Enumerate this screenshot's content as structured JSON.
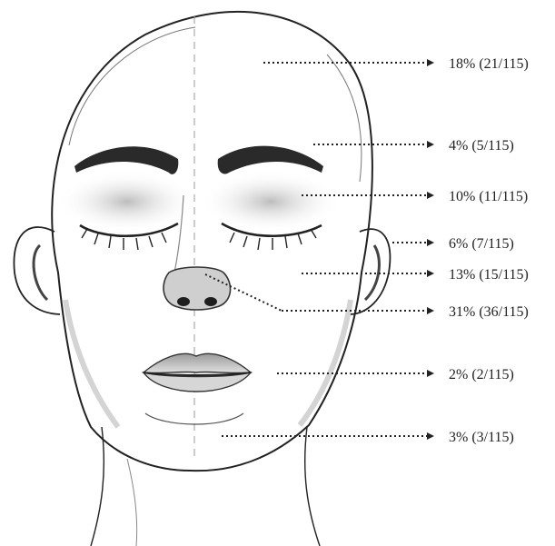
{
  "annotations": [
    {
      "id": "forehead",
      "text": "18% (21/115)"
    },
    {
      "id": "temple",
      "text": "4% (5/115)"
    },
    {
      "id": "eyelid",
      "text": "10% (11/115)"
    },
    {
      "id": "ear",
      "text": "6% (7/115)"
    },
    {
      "id": "cheek",
      "text": "13% (15/115)"
    },
    {
      "id": "nose",
      "text": "31% (36/115)"
    },
    {
      "id": "lip",
      "text": "2% (2/115)"
    },
    {
      "id": "chin",
      "text": "3% (3/115)"
    }
  ],
  "colors": {
    "ink": "#222222",
    "shade": "#8a8a8a",
    "background": "#ffffff"
  }
}
